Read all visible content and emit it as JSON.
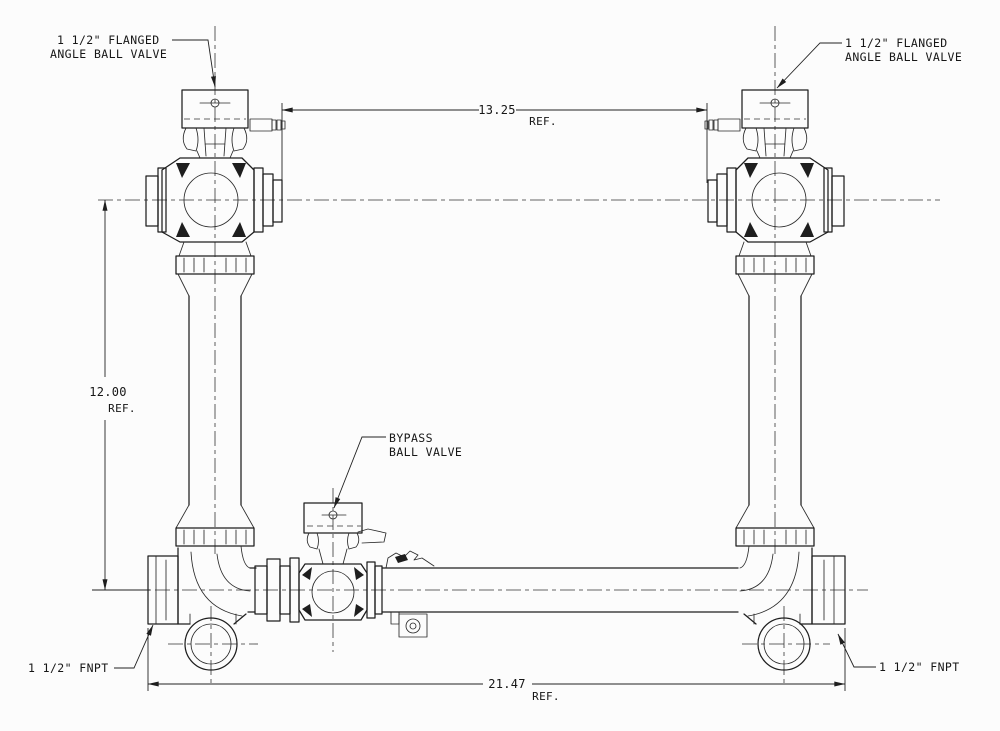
{
  "drawing": {
    "type": "engineering-piping-diagram",
    "background": "#fcfcfc",
    "line_color": "#1e1e1e",
    "callouts": {
      "left_valve": {
        "line1": "1 1/2\" FLANGED",
        "line2": "ANGLE BALL VALVE"
      },
      "right_valve": {
        "line1": "1 1/2\" FLANGED",
        "line2": "ANGLE BALL VALVE"
      },
      "bypass_valve": {
        "line1": "BYPASS",
        "line2": "BALL VALVE"
      },
      "left_port": "1 1/2\" FNPT",
      "right_port": "1 1/2\" FNPT"
    },
    "dimensions": {
      "top_span": {
        "value": "13.25",
        "ref": "REF."
      },
      "vertical": {
        "value": "12.00",
        "ref": "REF."
      },
      "bottom_span": {
        "value": "21.47",
        "ref": "REF."
      }
    }
  }
}
